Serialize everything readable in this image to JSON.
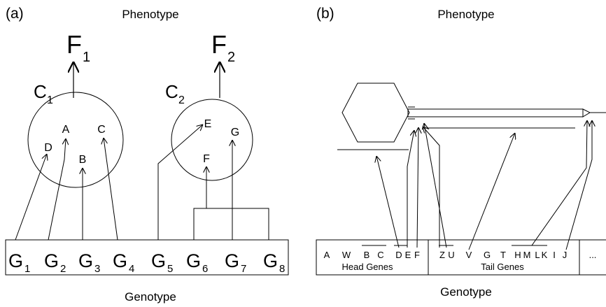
{
  "panel_a": {
    "label": "(a)",
    "phenotype_title": "Phenotype",
    "genotype_title": "Genotype",
    "functions": [
      {
        "main": "F",
        "sub": "1"
      },
      {
        "main": "F",
        "sub": "2"
      }
    ],
    "characters": [
      {
        "main": "C",
        "sub": "1",
        "traits": [
          "A",
          "B",
          "C",
          "D"
        ]
      },
      {
        "main": "C",
        "sub": "2",
        "traits": [
          "E",
          "F",
          "G"
        ]
      }
    ],
    "genes": [
      {
        "main": "G",
        "sub": "1"
      },
      {
        "main": "G",
        "sub": "2"
      },
      {
        "main": "G",
        "sub": "3"
      },
      {
        "main": "G",
        "sub": "4"
      },
      {
        "main": "G",
        "sub": "5"
      },
      {
        "main": "G",
        "sub": "6"
      },
      {
        "main": "G",
        "sub": "7"
      },
      {
        "main": "G",
        "sub": "8"
      }
    ]
  },
  "panel_b": {
    "label": "(b)",
    "phenotype_title": "Phenotype",
    "genotype_title": "Genotype",
    "head_genes": [
      "A",
      "W",
      "B",
      "C",
      "D",
      "E",
      "F"
    ],
    "tail_genes": [
      "Z",
      "U",
      "V",
      "G",
      "T",
      "H",
      "M",
      "L",
      "K",
      "I",
      "J"
    ],
    "head_genes_label": "Head Genes",
    "tail_genes_label": "Tail Genes",
    "ellipsis": "..."
  }
}
